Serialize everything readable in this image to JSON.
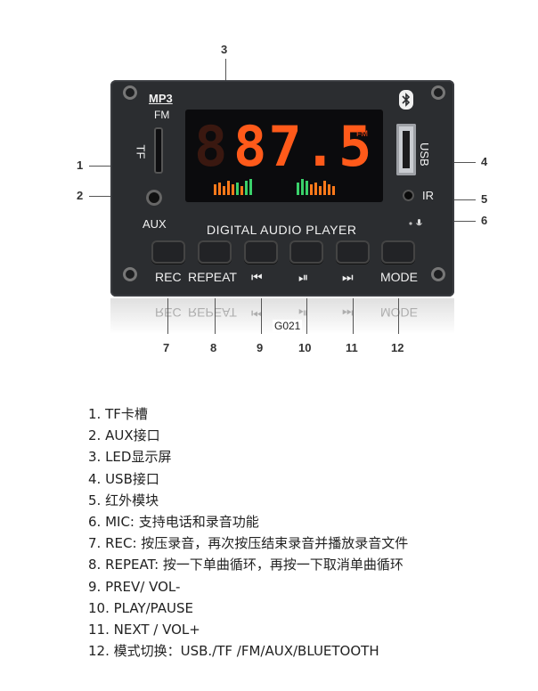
{
  "callouts": {
    "n1": "1",
    "n2": "2",
    "n3": "3",
    "n4": "4",
    "n5": "5",
    "n6": "6",
    "n7": "7",
    "n8": "8",
    "n9": "9",
    "n10": "10",
    "n11": "11",
    "n12": "12"
  },
  "panel": {
    "mp3": "MP3",
    "fm": "FM",
    "tf": "TF",
    "aux": "AUX",
    "usb": "USB",
    "ir": "IR",
    "title": "DIGITAL AUDIO PLAYER",
    "display_value": "87.5",
    "display_ghost": "8",
    "display_unit": "FM"
  },
  "buttons": {
    "rec": "REC",
    "repeat": "REPEAT",
    "prev": "⏮",
    "play": "⏯",
    "next": "⏭",
    "mode": "MODE"
  },
  "reflection_text": [
    "REC",
    "REPEAT",
    "⏮",
    "⏯",
    "⏭",
    "MODE"
  ],
  "model": "G021",
  "legend": [
    "1. TF卡槽",
    "2. AUX接口",
    "3. LED显示屏",
    "4. USB接口",
    "5. 红外模块",
    "6. MIC: 支持电话和录音功能",
    "7. REC: 按压录音，再次按压结束录音并播放录音文件",
    "8. REPEAT: 按一下单曲循环，再按一下取消单曲循环",
    "9. PREV/ VOL-",
    "10. PLAY/PAUSE",
    "11. NEXT / VOL+",
    "12. 模式切换：USB./TF /FM/AUX/BLUETOOTH"
  ],
  "colors": {
    "led": "#ff5a1a",
    "panel": "#2b2d30",
    "eq_green": "#3ad16a",
    "eq_orange": "#ff7a1a"
  }
}
